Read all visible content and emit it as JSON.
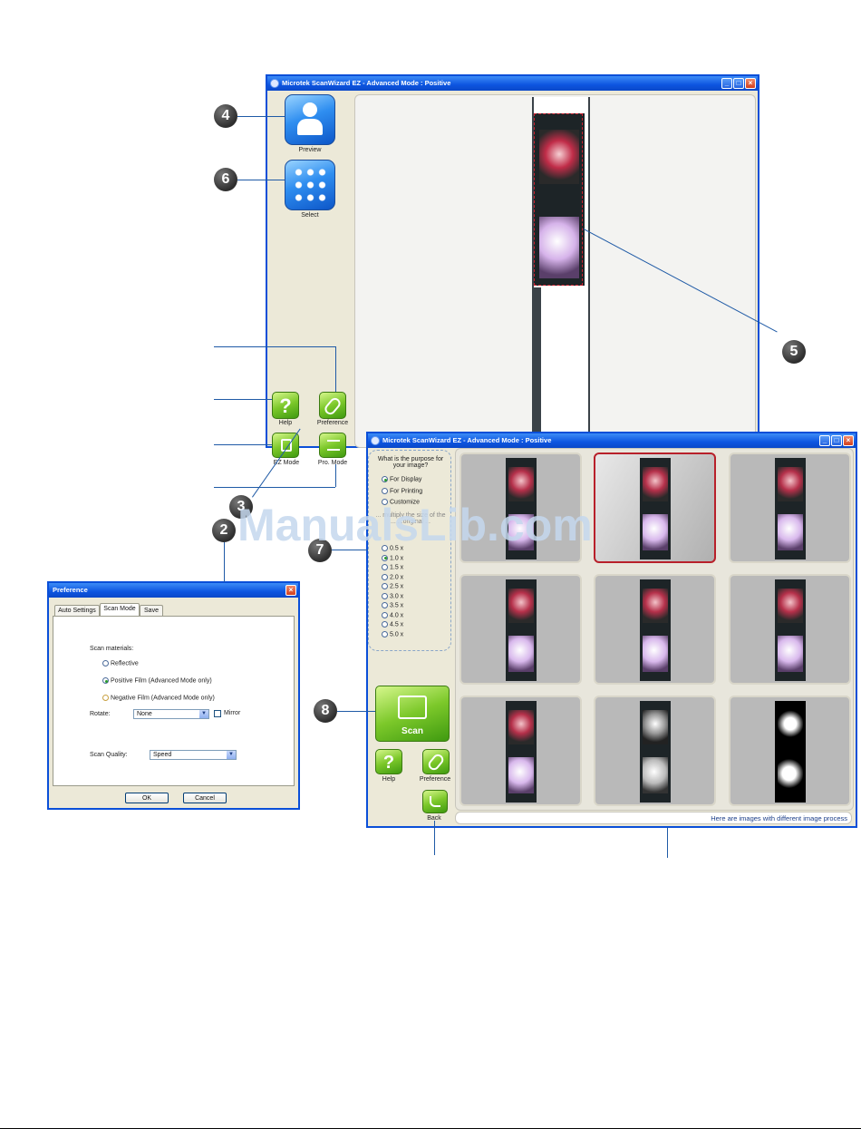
{
  "window1": {
    "title": "Microtek ScanWizard EZ - Advanced Mode : Positive",
    "preview_label": "Preview",
    "select_label": "Select",
    "help_label": "Help",
    "preference_label": "Preference",
    "ezmode_label": "EZ Mode",
    "promode_label": "Pro. Mode"
  },
  "window2": {
    "title": "Microtek ScanWizard EZ - Advanced Mode : Positive",
    "purpose": {
      "question": "What is the purpose for your image?",
      "options": [
        {
          "label": "For Display",
          "selected": true
        },
        {
          "label": "For Printing",
          "selected": false
        },
        {
          "label": "Customize",
          "selected": false
        }
      ]
    },
    "scale": {
      "prompt": "... multiply the size of the ... ...original ...",
      "options": [
        {
          "label": "0.5 x",
          "selected": false
        },
        {
          "label": "1.0 x",
          "selected": true
        },
        {
          "label": "1.5 x",
          "selected": false
        },
        {
          "label": "2.0 x",
          "selected": false
        },
        {
          "label": "2.5 x",
          "selected": false
        },
        {
          "label": "3.0 x",
          "selected": false
        },
        {
          "label": "3.5 x",
          "selected": false
        },
        {
          "label": "4.0 x",
          "selected": false
        },
        {
          "label": "4.5 x",
          "selected": false
        },
        {
          "label": "5.0 x",
          "selected": false
        }
      ]
    },
    "scan_label": "Scan",
    "help_label": "Help",
    "preference_label": "Preference",
    "back_label": "Back",
    "status_text": "Here are images with different image process"
  },
  "preference_dialog": {
    "title": "Preference",
    "tabs": [
      "Auto Settings",
      "Scan Mode",
      "Save"
    ],
    "active_tab": "Scan Mode",
    "scan_materials_label": "Scan materials:",
    "materials": [
      {
        "label": "Reflective",
        "selected": false
      },
      {
        "label": "Positive Film (Advanced Mode only)",
        "selected": true
      },
      {
        "label": "Negative Film (Advanced Mode only)",
        "selected": false
      }
    ],
    "rotate_label": "Rotate:",
    "rotate_value": "None",
    "mirror_label": "Mirror",
    "quality_label": "Scan Quality:",
    "quality_value": "Speed",
    "ok_label": "OK",
    "cancel_label": "Cancel"
  },
  "callouts": [
    "4",
    "6",
    "5",
    "3",
    "2",
    "7",
    "8"
  ],
  "watermark": "ManualsLib.com",
  "colors": {
    "title_blue": "#0a4fd8",
    "selection_red": "#b8202a",
    "scan_green": "#7cc82a"
  }
}
